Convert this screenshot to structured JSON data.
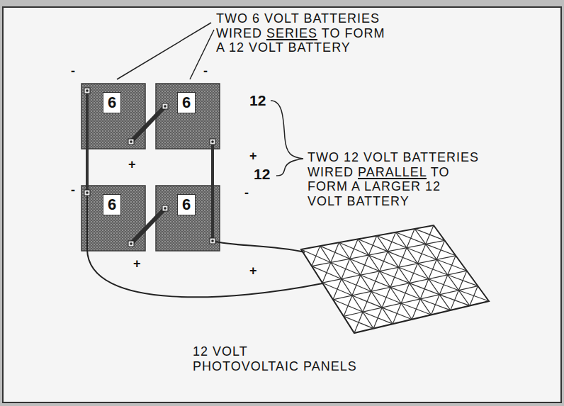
{
  "diagram": {
    "nodes": [
      {
        "text": [
          "6"
        ]
      },
      {
        "text": [
          "6"
        ]
      },
      {
        "text": [
          "6"
        ]
      },
      {
        "text": [
          "6"
        ]
      }
    ],
    "edges": [
      {
        "from": 0,
        "to": 1,
        "arrow": "none"
      },
      {
        "from": 2,
        "to": 3,
        "arrow": "none"
      },
      {
        "from": 0,
        "to": 2,
        "arrow": "none"
      },
      {
        "from": 1,
        "to": 3,
        "arrow": "none"
      }
    ],
    "labels": [
      "TWO 6 VOLT BATTERIES WIRED SERIES TO FORM A 12 VOLT BATTERY",
      "-",
      "-",
      "12",
      "+",
      "+",
      "12",
      "-",
      "-",
      "TWO 12 VOLT BATTERIES WIRED PARALLEL TO FORM A LARGER 12 VOLT BATTERY",
      "+",
      "+",
      "12 VOLT PHOTOVOLTAIC PANELS"
    ]
  }
}
